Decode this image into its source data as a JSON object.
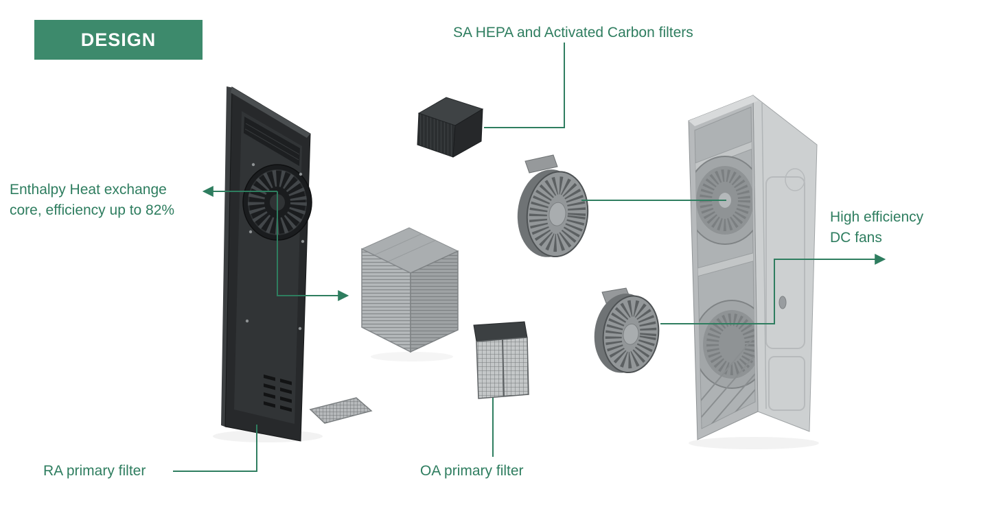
{
  "slide": {
    "title_box": {
      "label": "DESIGN"
    }
  },
  "annotations": {
    "sa_hepa": {
      "label": "SA HEPA and Activated Carbon filters"
    },
    "enthalpy": {
      "line1": "Enthalpy Heat exchange",
      "line2": "core, efficiency up to 82%"
    },
    "dc_fans": {
      "line1": "High efficiency",
      "line2": "DC fans"
    },
    "ra_filter": {
      "label": "RA primary filter"
    },
    "oa_filter": {
      "label": "OA primary filter"
    }
  },
  "components": {
    "back_panel": "back-panel",
    "sa_hepa_filter_box": "sa-hepa-activated-carbon-filter",
    "heat_exchange_core": "enthalpy-heat-exchange-core",
    "dc_fan_upper": "dc-fan-upper",
    "dc_fan_lower": "dc-fan-lower",
    "oa_primary_filter": "oa-primary-filter",
    "ra_primary_filter": "ra-primary-filter",
    "main_housing": "main-unit-housing"
  },
  "colors": {
    "annotation_green": "#2e7d5f",
    "title_box_green": "#3d8a6c",
    "dark_component": "#27292b",
    "light_component": "#b7babc",
    "background": "#ffffff"
  }
}
